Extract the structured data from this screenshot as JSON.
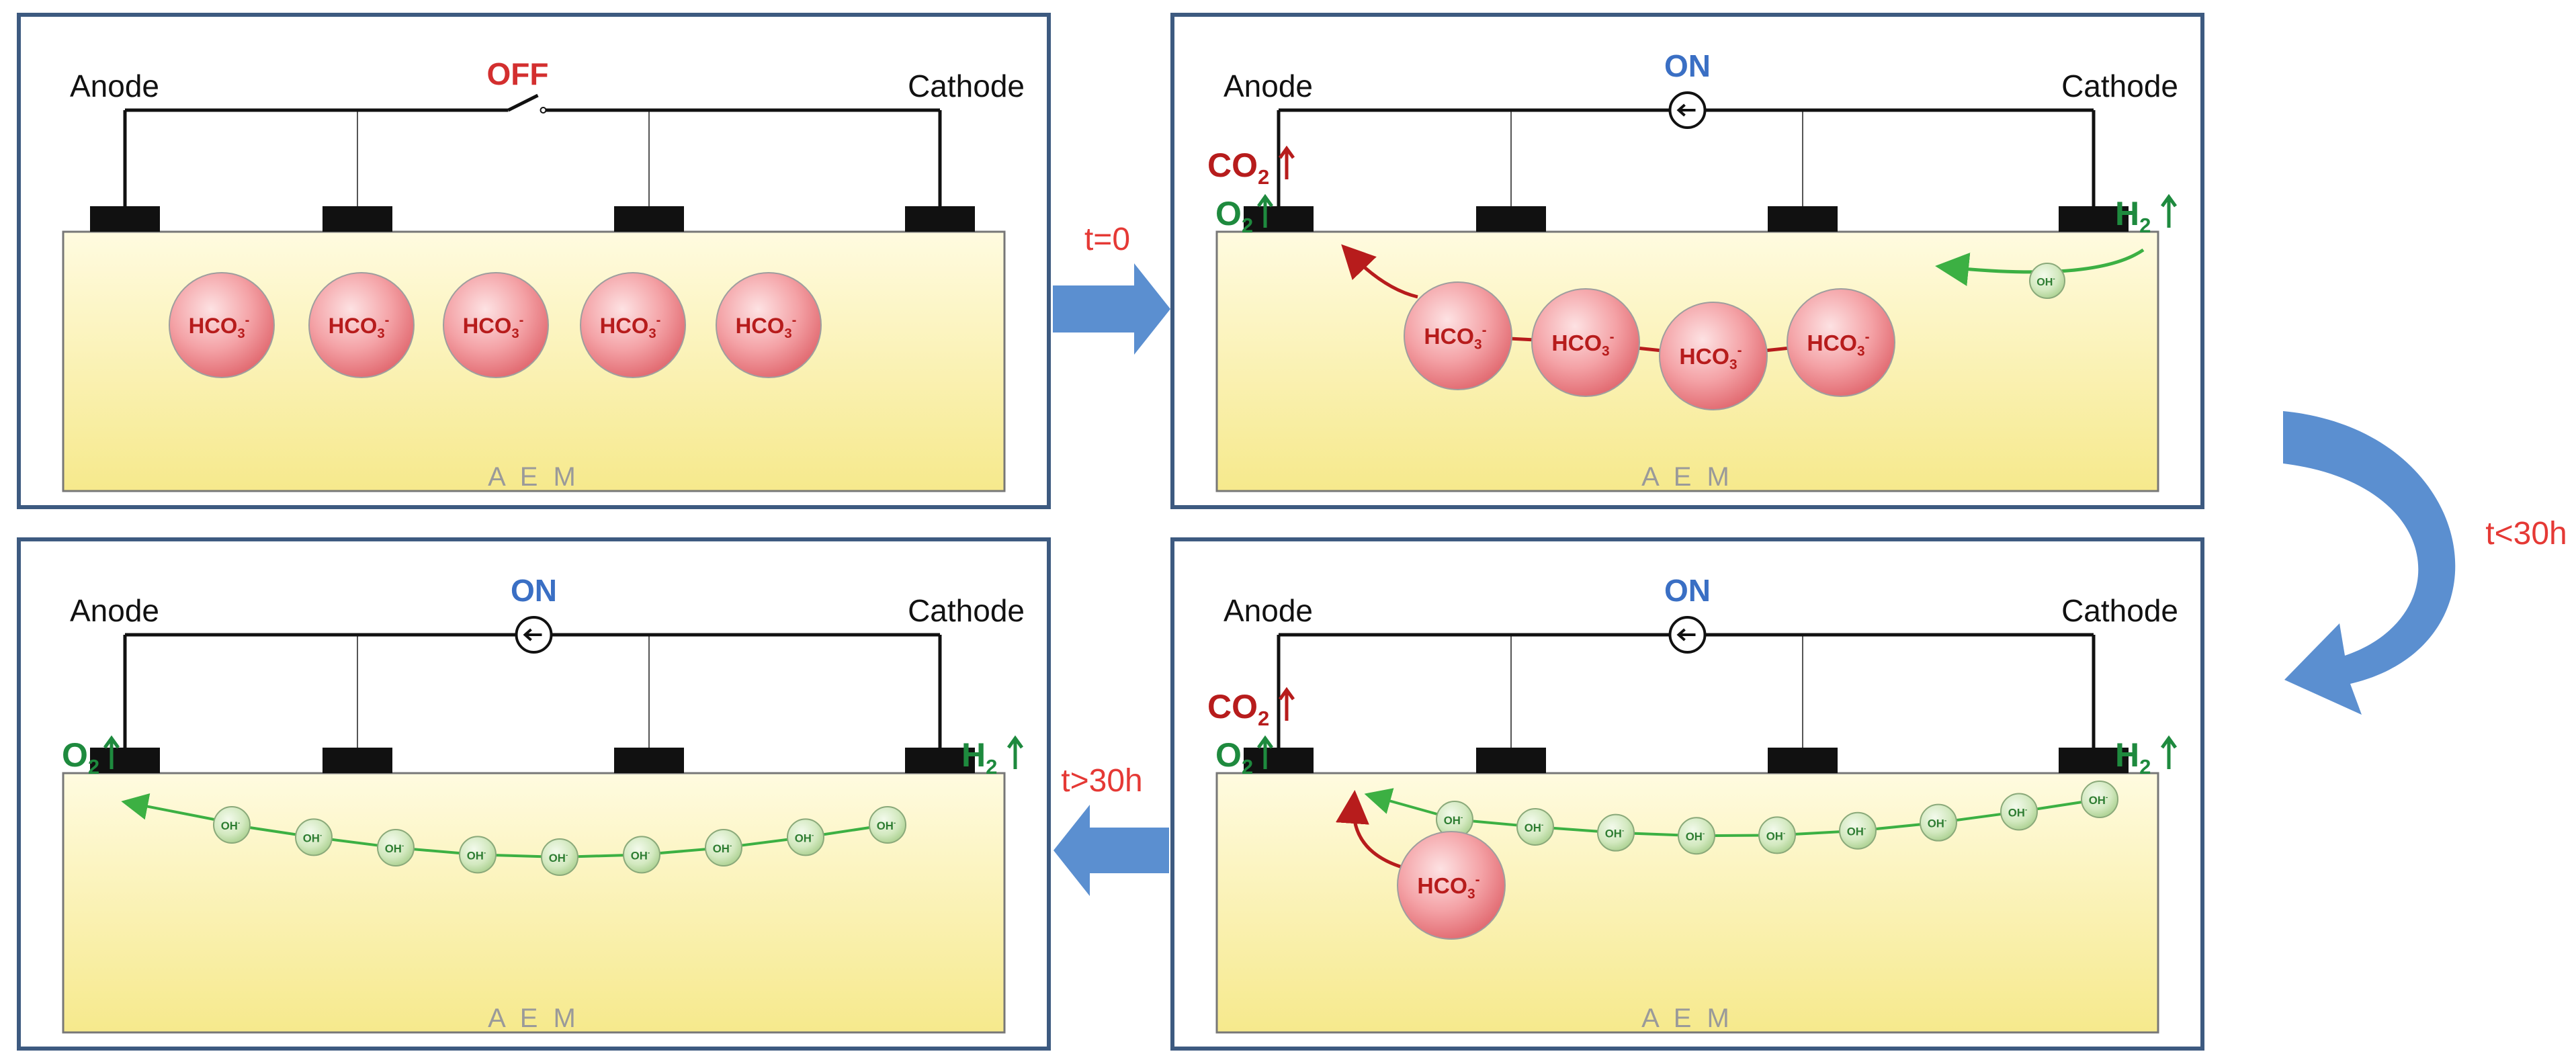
{
  "panels": [
    {
      "electrodes": {
        "anode": "Anode",
        "cathode": "Cathode"
      },
      "switch": {
        "state": "OFF",
        "kind": "open-switch",
        "color": "#d32f2f"
      },
      "membrane": "A E M",
      "gases": [],
      "species": [
        {
          "type": "bicarbonate",
          "label": "HCO",
          "sub": "3",
          "sup": "-"
        },
        {
          "type": "bicarbonate",
          "label": "HCO",
          "sub": "3",
          "sup": "-"
        },
        {
          "type": "bicarbonate",
          "label": "HCO",
          "sub": "3",
          "sup": "-"
        },
        {
          "type": "bicarbonate",
          "label": "HCO",
          "sub": "3",
          "sup": "-"
        },
        {
          "type": "bicarbonate",
          "label": "HCO",
          "sub": "3",
          "sup": "-"
        }
      ]
    },
    {
      "electrodes": {
        "anode": "Anode",
        "cathode": "Cathode"
      },
      "switch": {
        "state": "ON",
        "kind": "current-source",
        "color": "#3a6fc4"
      },
      "membrane": "A E M",
      "gases": [
        {
          "label": "CO",
          "sub": "2",
          "side": "anode",
          "color": "#b71c1c"
        },
        {
          "label": "O",
          "sub": "2",
          "side": "anode",
          "color": "#1e8a3e"
        },
        {
          "label": "H",
          "sub": "2",
          "side": "cathode",
          "color": "#1e8a3e"
        }
      ],
      "species": [
        {
          "type": "bicarbonate",
          "label": "HCO",
          "sub": "3",
          "sup": "-"
        },
        {
          "type": "bicarbonate",
          "label": "HCO",
          "sub": "3",
          "sup": "-"
        },
        {
          "type": "bicarbonate",
          "label": "HCO",
          "sub": "3",
          "sup": "-"
        },
        {
          "type": "bicarbonate",
          "label": "HCO",
          "sub": "3",
          "sup": "-"
        },
        {
          "type": "hydroxide",
          "label": "OH",
          "sup": "-"
        }
      ]
    },
    {
      "electrodes": {
        "anode": "Anode",
        "cathode": "Cathode"
      },
      "switch": {
        "state": "ON",
        "kind": "current-source",
        "color": "#3a6fc4"
      },
      "membrane": "A E M",
      "gases": [
        {
          "label": "CO",
          "sub": "2",
          "side": "anode",
          "color": "#b71c1c"
        },
        {
          "label": "O",
          "sub": "2",
          "side": "anode",
          "color": "#1e8a3e"
        },
        {
          "label": "H",
          "sub": "2",
          "side": "cathode",
          "color": "#1e8a3e"
        }
      ],
      "species": [
        {
          "type": "bicarbonate",
          "label": "HCO",
          "sub": "3",
          "sup": "-"
        },
        {
          "type": "hydroxide",
          "label": "OH",
          "sup": "-",
          "count": 9
        }
      ]
    },
    {
      "electrodes": {
        "anode": "Anode",
        "cathode": "Cathode"
      },
      "switch": {
        "state": "ON",
        "kind": "current-source",
        "color": "#3a6fc4"
      },
      "membrane": "A E M",
      "gases": [
        {
          "label": "O",
          "sub": "2",
          "side": "anode",
          "color": "#1e8a3e"
        },
        {
          "label": "H",
          "sub": "2",
          "side": "cathode",
          "color": "#1e8a3e"
        }
      ],
      "species": [
        {
          "type": "hydroxide",
          "label": "OH",
          "sup": "-",
          "count": 9
        }
      ]
    }
  ],
  "transitions": [
    {
      "label": "t=0",
      "color": "#e53935"
    },
    {
      "label": "t<30h",
      "color": "#e53935"
    },
    {
      "label": "t>30h",
      "color": "#e53935"
    }
  ],
  "colors": {
    "panel_border": "#3d5a80",
    "membrane_fill": "#fbf3b8",
    "bicarbonate_fill": "#f2a0a4",
    "bicarbonate_text": "#b71c1c",
    "hydroxide_fill": "#d7ecc5",
    "hydroxide_text": "#2e7d32",
    "arrow_blue": "#5b8fd0",
    "pathway_red": "#b71c1c",
    "pathway_green": "#3cb043"
  }
}
